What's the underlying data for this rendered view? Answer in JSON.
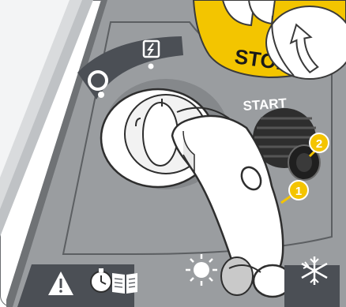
{
  "panel": {
    "stop_label": "STOP",
    "start_label": "START",
    "callouts": {
      "first": "1",
      "second": "2"
    }
  },
  "icons": {
    "off_position": "circle-off-icon",
    "on_position": "power-on-icon",
    "warning": "warning-triangle-icon",
    "stopwatch": "stopwatch-icon",
    "manual": "manual-book-icon",
    "glow": "sun-icon",
    "cold": "snowflake-icon"
  },
  "colors": {
    "panel_gray": "#9a9da0",
    "dark_band": "#4b4f55",
    "callout_yellow": "#f4c400",
    "stop_yellow": "#f3c500",
    "knob_dark": "#2e2e2e"
  }
}
